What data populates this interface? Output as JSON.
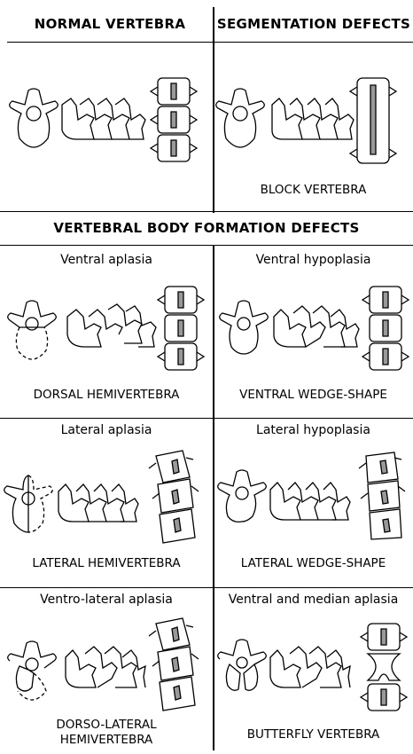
{
  "headers": {
    "normal": "NORMAL VERTEBRA",
    "segmentation": "SEGMENTATION DEFECTS",
    "formation": "VERTEBRAL BODY FORMATION DEFECTS"
  },
  "panels": {
    "normal": {
      "caption": ""
    },
    "block": {
      "caption": "BLOCK VERTEBRA"
    },
    "dorsal": {
      "title": "Ventral aplasia",
      "caption": "DORSAL HEMIVERTEBRA"
    },
    "ventral_wedge": {
      "title": "Ventral hypoplasia",
      "caption": "VENTRAL WEDGE-SHAPE"
    },
    "lateral_hemi": {
      "title": "Lateral aplasia",
      "caption": "LATERAL HEMIVERTEBRA"
    },
    "lateral_wedge": {
      "title": "Lateral hypoplasia",
      "caption": "LATERAL WEDGE-SHAPE"
    },
    "dorso_lateral": {
      "title": "Ventro-lateral aplasia",
      "caption_line1": "DORSO-LATERAL",
      "caption_line2": "HEMIVERTEBRA"
    },
    "butterfly": {
      "title": "Ventral and median aplasia",
      "caption": "BUTTERFLY VERTEBRA"
    }
  }
}
